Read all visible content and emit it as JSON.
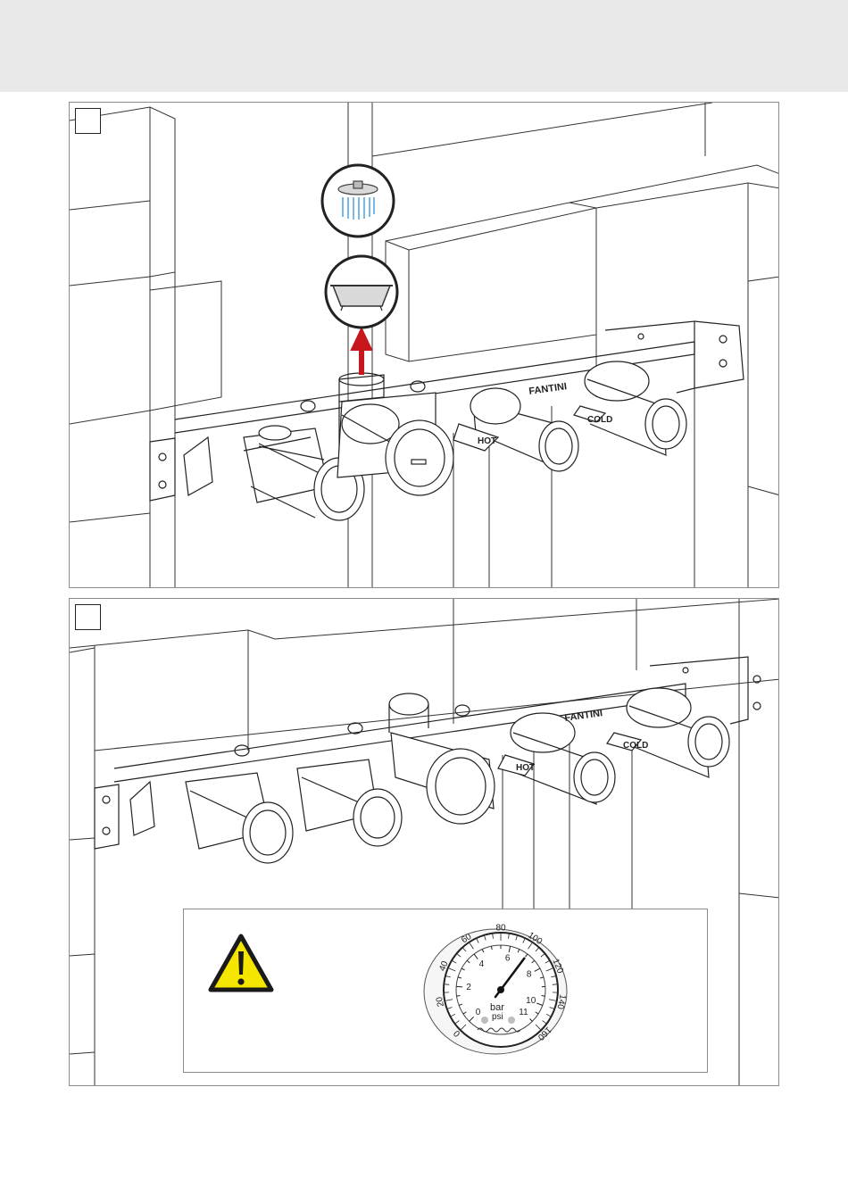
{
  "page": {
    "background": "#ffffff",
    "header_band_color": "#e9e9e9"
  },
  "steps": [
    {
      "number": "",
      "brand_label": "FANTINI",
      "hot_label": "HOT",
      "cold_label": "COLD",
      "outlet_icons": [
        "shower-head-icon",
        "bathtub-icon"
      ],
      "arrow_color": "#c8161d"
    },
    {
      "number": "",
      "brand_label": "FANTINI",
      "hot_label": "HOT",
      "cold_label": "COLD"
    }
  ],
  "warning": {
    "icon": "warning-triangle-icon",
    "icon_color": "#f5e600",
    "gauge": {
      "bar_scale": [
        "0",
        "2",
        "4",
        "6",
        "8",
        "10",
        "11"
      ],
      "psi_scale": [
        "0",
        "20",
        "40",
        "60",
        "80",
        "100",
        "120",
        "140",
        "160"
      ],
      "unit_bar": "bar",
      "unit_psi": "psi",
      "needle_bar_value": 7
    }
  }
}
